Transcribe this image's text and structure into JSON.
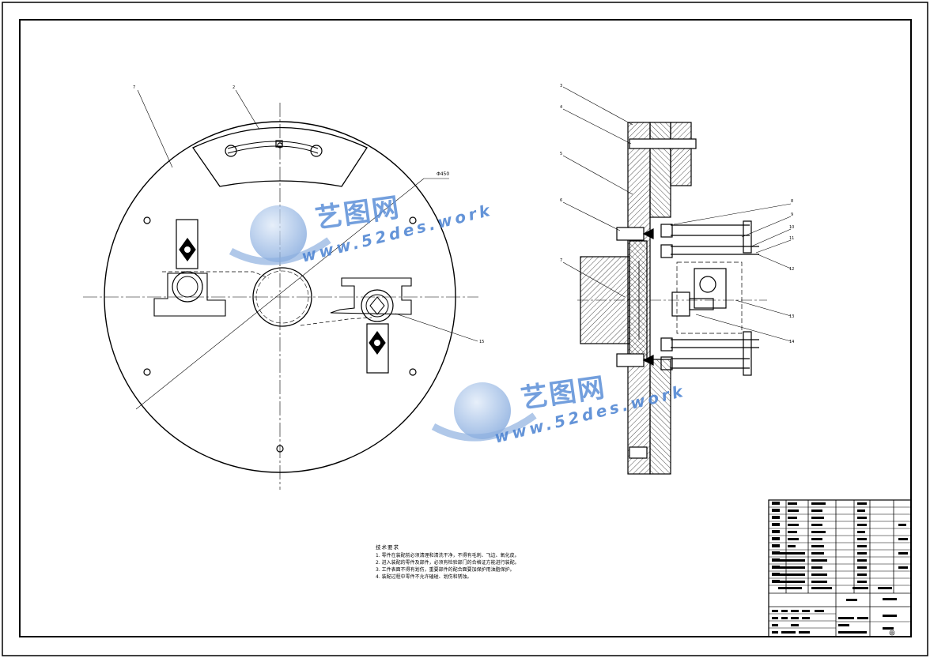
{
  "drawing": {
    "dimension_label": "Φ450",
    "balloons": [
      "7",
      "2",
      "3",
      "4",
      "5",
      "6",
      "7",
      "8",
      "9",
      "10",
      "11",
      "12",
      "13",
      "14",
      "15"
    ]
  },
  "technical_notes": {
    "title": "技术要求",
    "items": [
      "1. 零件在装配前必须清理和清洗干净，不得有毛刺、飞边、氧化皮。",
      "2. 进入装配的零件及部件，必须有检验部门的合格证方能进行装配。",
      "3. 工件表面不得有划伤，重要部件的配合面要加保护用油脂保护。",
      "4. 装配过程中零件不允许磕碰、划伤和锈蚀。"
    ]
  },
  "watermarks": [
    {
      "cn": "艺图网",
      "url": "www.52des.work"
    },
    {
      "cn": "艺图网",
      "url": "www.52des.work"
    }
  ],
  "colors": {
    "line": "#000000",
    "watermark": "#5b8fd8"
  }
}
